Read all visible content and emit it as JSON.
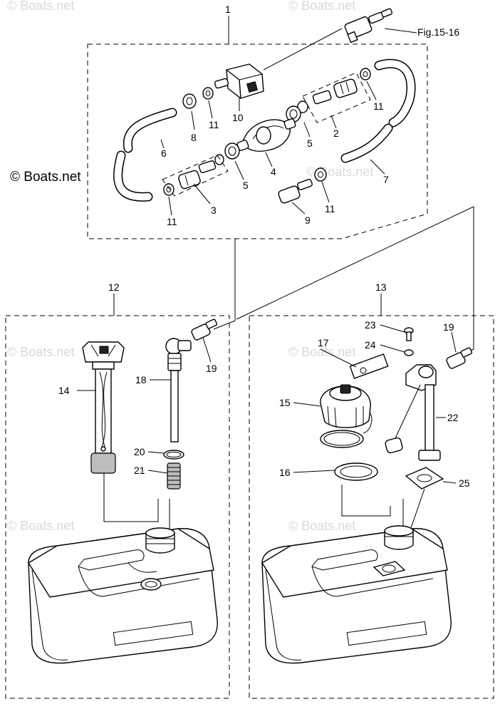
{
  "figure_ref": "Fig.15-16",
  "copyright": "© Boats.net",
  "watermark": "© Boats.net",
  "callouts": {
    "c1": "1",
    "c2": "2",
    "c3": "3",
    "c4": "4",
    "c5a": "5",
    "c5b": "5",
    "c6": "6",
    "c7": "7",
    "c8": "8",
    "c9": "9",
    "c10": "10",
    "c11a": "11",
    "c11b": "11",
    "c11c": "11",
    "c11d": "11",
    "c12": "12",
    "c13": "13",
    "c14": "14",
    "c15": "15",
    "c16": "16",
    "c17": "17",
    "c18": "18",
    "c19a": "19",
    "c19b": "19",
    "c20": "20",
    "c21": "21",
    "c22": "22",
    "c23": "23",
    "c24": "24",
    "c25": "25"
  }
}
